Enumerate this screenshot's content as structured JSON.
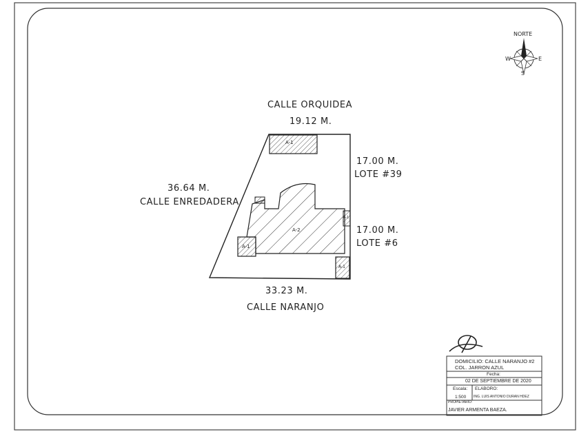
{
  "compass": {
    "north": "NORTE",
    "south": "S",
    "east": "E",
    "west": "W"
  },
  "streets": {
    "top": "CALLE ORQUIDEA",
    "left": "CALLE ENREDADERA",
    "bottom": "CALLE NARANJO"
  },
  "dimensions": {
    "top": "19.12 M.",
    "left": "36.64 M.",
    "right_upper": "17.00 M.",
    "right_lower": "17.00 M.",
    "bottom": "33.23 M."
  },
  "neighbors": {
    "upper": "LOTE #39",
    "lower": "LOTE #6"
  },
  "areas": {
    "a1_top": "A-1",
    "a2": "A-2",
    "a1_left": "A-1",
    "a1_right": "A-1",
    "a1_bottom_right": "A-1"
  },
  "title_block": {
    "domicilio_line1": "DOMICILIO: CALLE NARANJO #2",
    "domicilio_line2": "COL. JARRON AZUL",
    "fecha_label": "Fecha:",
    "fecha_value": "02 DE SEPTIEMBRE DE 2020",
    "escala_label": "Escala:",
    "escala_value": "1:500",
    "elaboro_label": "ELABORO:",
    "elaboro_value": "ING. LUIS ANTONIO DURAN HDEZ",
    "propietario_label": "PROPIETARIO:",
    "propietario_value": "JAVIER ARMENTA BAEZA."
  }
}
